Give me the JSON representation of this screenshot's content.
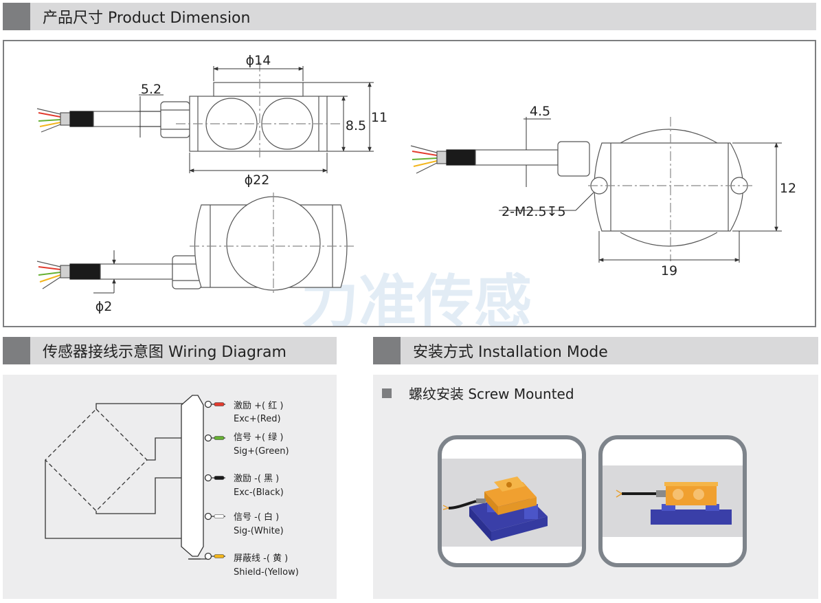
{
  "sections": {
    "dimension": {
      "title": "产品尺寸 Product Dimension"
    },
    "wiring": {
      "title": "传感器接线示意图  Wiring Diagram"
    },
    "install": {
      "title": "安装方式 Installation Mode",
      "subtitle": "螺纹安装 Screw Mounted"
    }
  },
  "dimensions": {
    "d14": "ϕ14",
    "d5_2": "5.2",
    "d8_5": "8.5",
    "d11": "11",
    "d22": "ϕ22",
    "d2": "ϕ2",
    "d4_5": "4.5",
    "d12": "12",
    "d19": "19",
    "hole": "2-M2.5↧5"
  },
  "watermark": "力准传感",
  "wires": [
    {
      "cn": "激励 +( 红 )",
      "en": "Exc+(Red)",
      "color": "#e23b2e"
    },
    {
      "cn": "信号 +( 绿 )",
      "en": "Sig+(Green)",
      "color": "#66b032"
    },
    {
      "cn": "激励 -( 黑 )",
      "en": "Exc-(Black)",
      "color": "#1a1a1a"
    },
    {
      "cn": "信号 -( 白 )",
      "en": "Sig-(White)",
      "color": "#ffffff"
    },
    {
      "cn": "屏蔽线 -( 黄 )",
      "en": "Shield-(Yellow)",
      "color": "#f2b51c"
    }
  ]
}
